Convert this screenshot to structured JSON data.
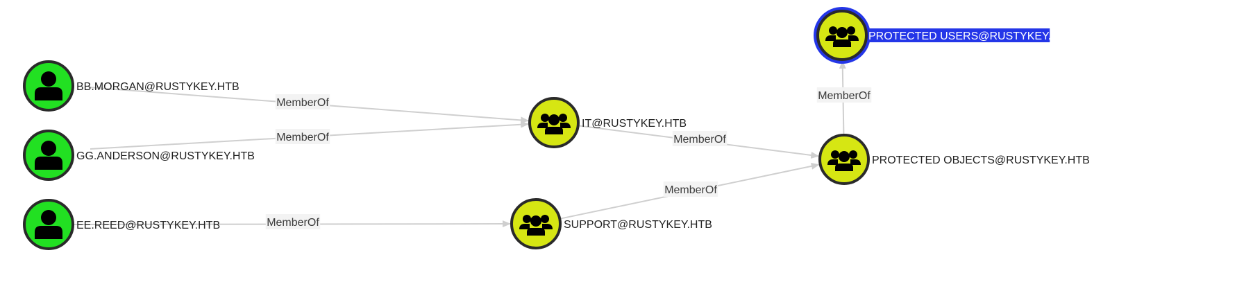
{
  "colors": {
    "user_fill": "#22e022",
    "group_fill": "#d6e613",
    "node_stroke": "#2a2a2a",
    "edge": "#cfcfcf",
    "selected_ring": "#2436e8",
    "selected_label_bg": "#2436e8"
  },
  "nodes": [
    {
      "id": "bb",
      "type": "user",
      "icon": "user-icon",
      "label": "BB.MORGAN@RUSTYKEY.HTB"
    },
    {
      "id": "gg",
      "type": "user",
      "icon": "user-icon",
      "label": "GG.ANDERSON@RUSTYKEY.HTB"
    },
    {
      "id": "ee",
      "type": "user",
      "icon": "user-icon",
      "label": "EE.REED@RUSTYKEY.HTB"
    },
    {
      "id": "it",
      "type": "group",
      "icon": "group-icon",
      "label": "IT@RUSTYKEY.HTB"
    },
    {
      "id": "support",
      "type": "group",
      "icon": "group-icon",
      "label": "SUPPORT@RUSTYKEY.HTB"
    },
    {
      "id": "pobjects",
      "type": "group",
      "icon": "group-icon",
      "label": "PROTECTED OBJECTS@RUSTYKEY.HTB"
    },
    {
      "id": "pusers",
      "type": "group",
      "icon": "group-icon",
      "label": "PROTECTED USERS@RUSTYKEY.HTB",
      "selected": true
    }
  ],
  "edges": [
    {
      "from": "bb",
      "to": "it",
      "label": "MemberOf"
    },
    {
      "from": "gg",
      "to": "it",
      "label": "MemberOf"
    },
    {
      "from": "ee",
      "to": "support",
      "label": "MemberOf"
    },
    {
      "from": "it",
      "to": "pobjects",
      "label": "MemberOf"
    },
    {
      "from": "support",
      "to": "pobjects",
      "label": "MemberOf"
    },
    {
      "from": "pobjects",
      "to": "pusers",
      "label": "MemberOf"
    }
  ]
}
